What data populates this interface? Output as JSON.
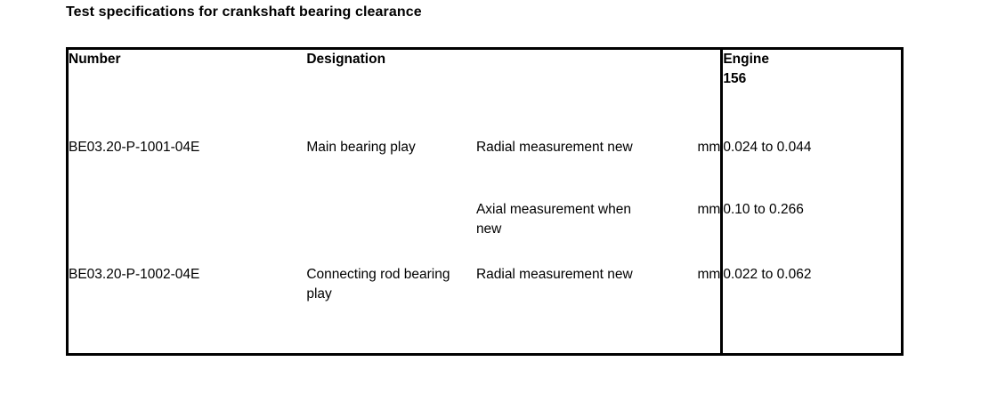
{
  "page": {
    "title": "Test specifications for crankshaft bearing clearance"
  },
  "table": {
    "headers": {
      "number": "Number",
      "designation": "Designation",
      "engine_line1": "Engine",
      "engine_line2": "156"
    },
    "rows": [
      {
        "number": "BE03.20-P-1001-04E",
        "designation": "Main bearing play",
        "measurements": [
          {
            "text": "Radial measurement new",
            "unit": "mm",
            "value": "0.024 to 0.044"
          },
          {
            "text": "Axial measurement when new",
            "unit": "mm",
            "value": "0.10 to 0.266"
          }
        ]
      },
      {
        "number": "BE03.20-P-1002-04E",
        "designation": "Connecting rod bearing play",
        "measurements": [
          {
            "text": "Radial measurement new",
            "unit": "mm",
            "value": "0.022 to 0.062"
          }
        ]
      }
    ]
  }
}
